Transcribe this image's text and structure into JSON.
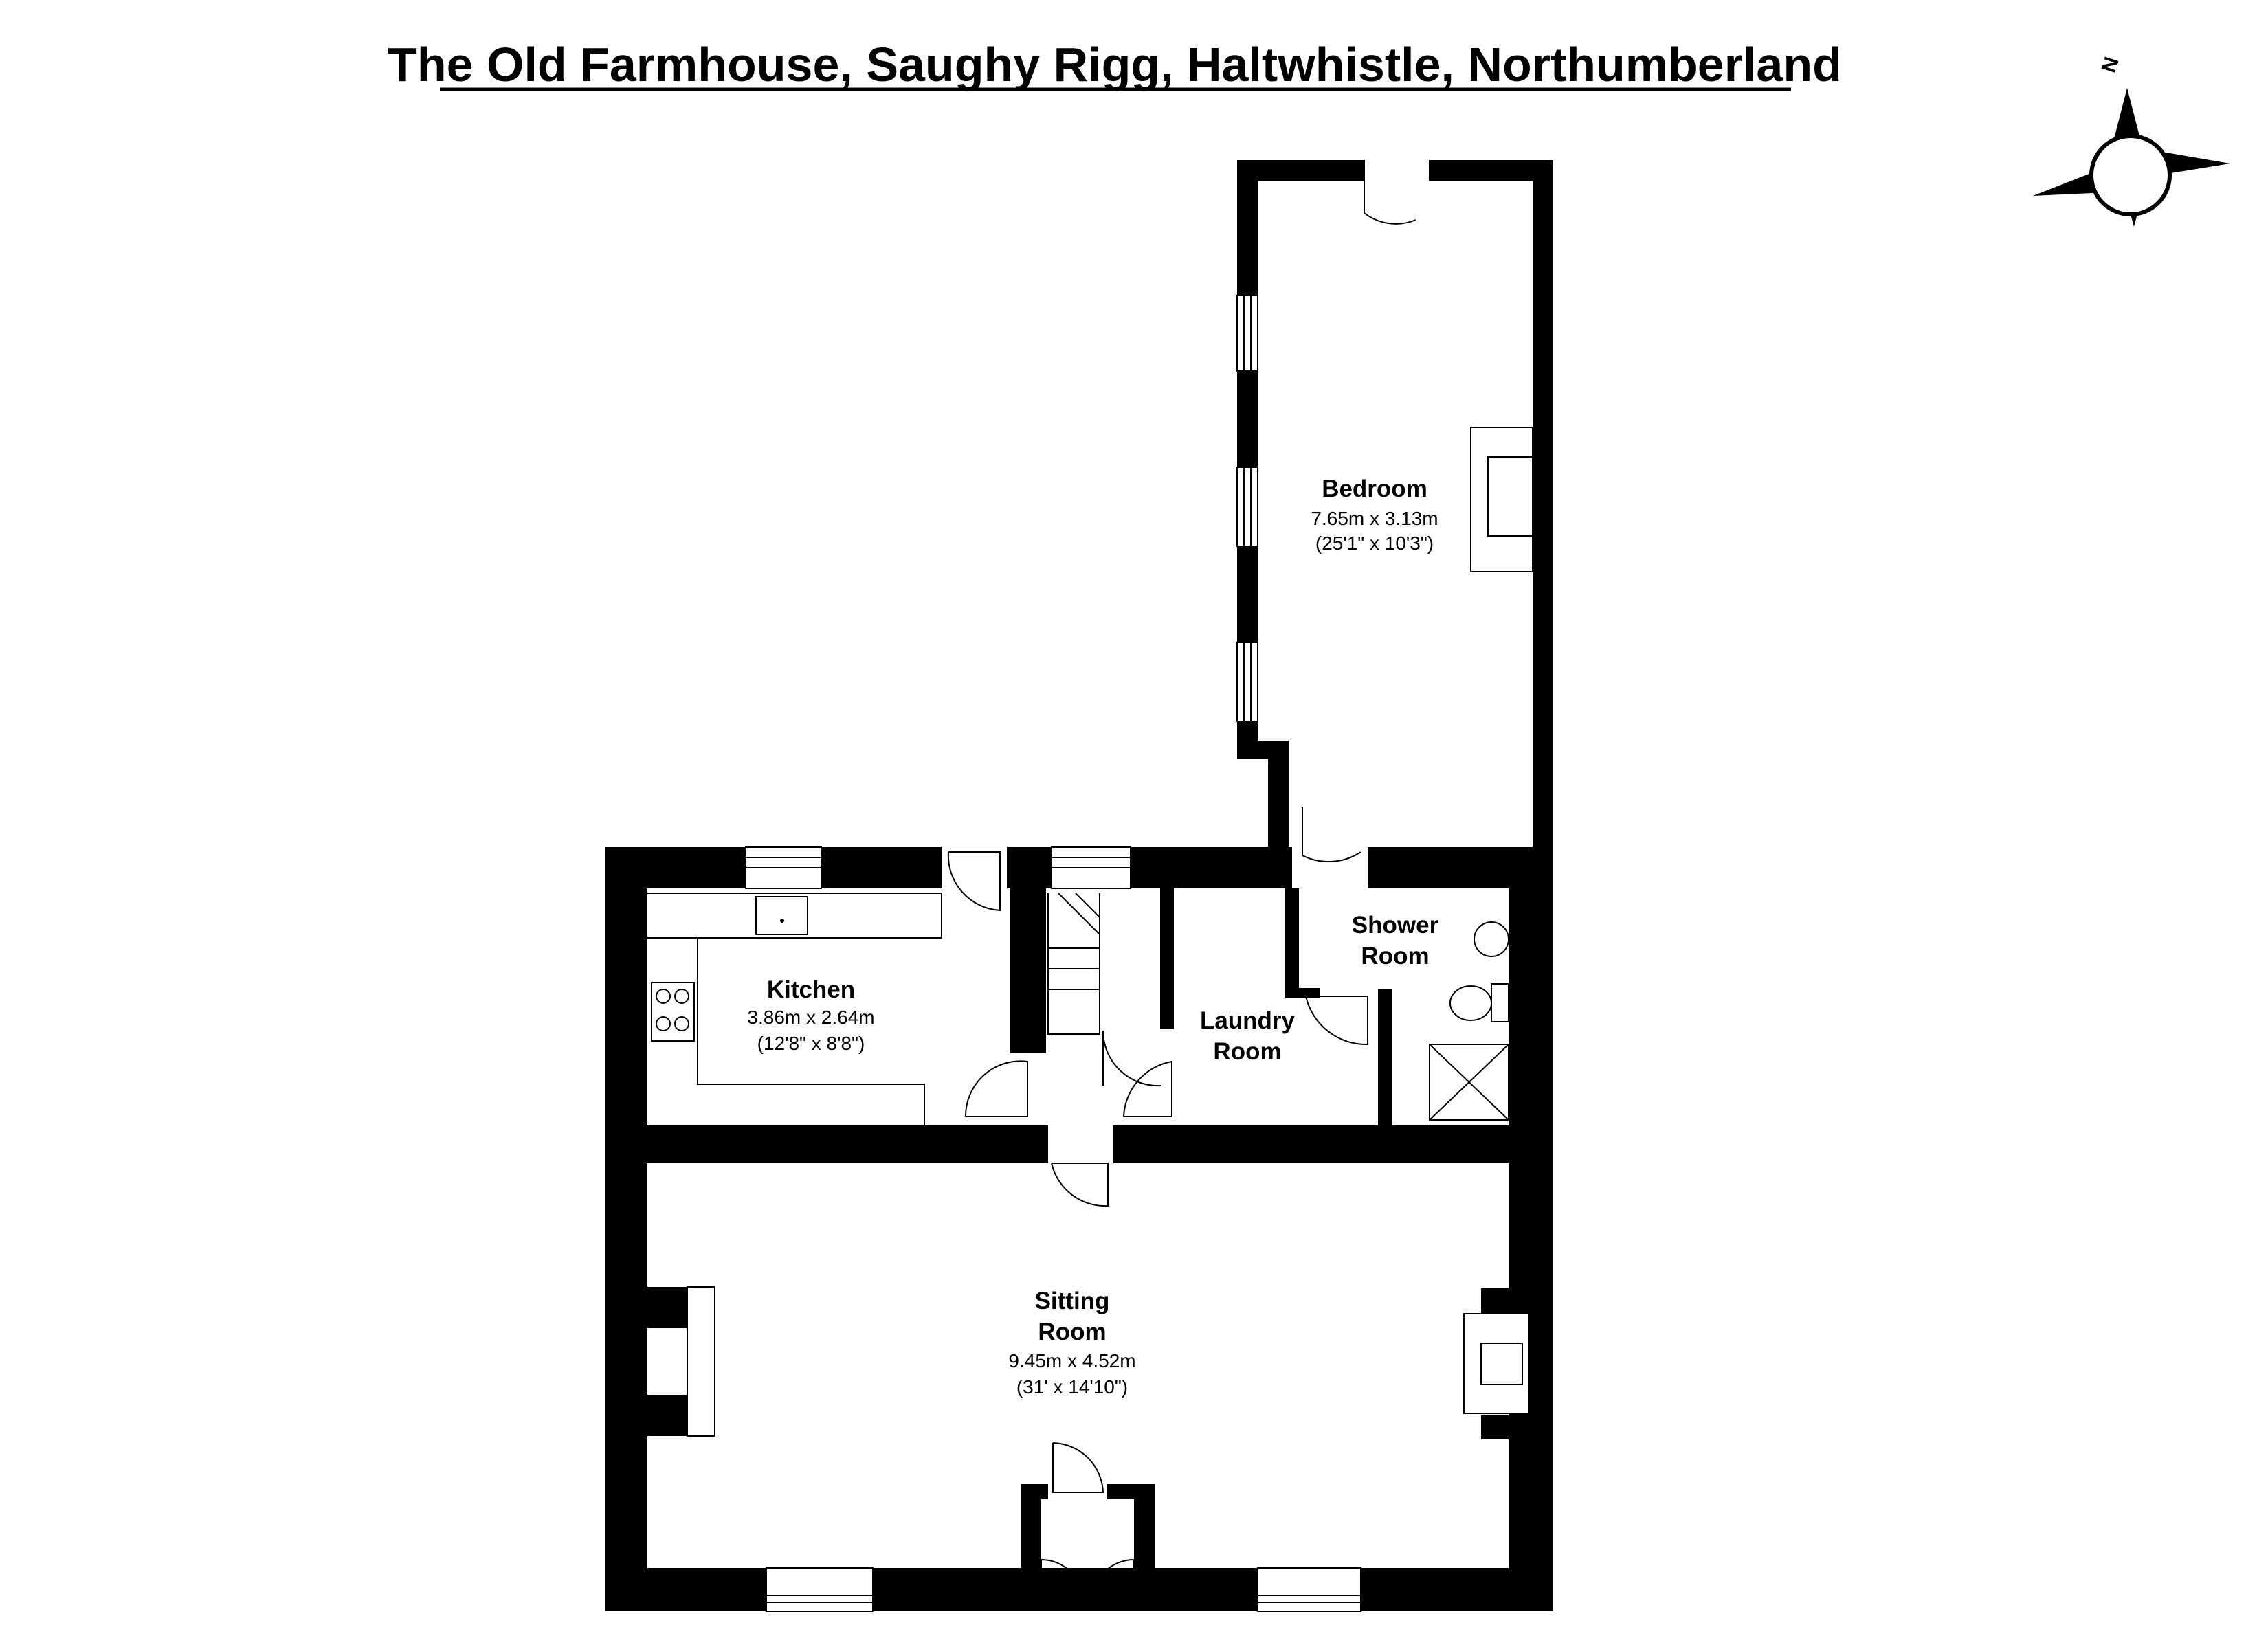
{
  "title": "The Old Farmhouse, Saughy Rigg, Haltwhistle, Northumberland",
  "compass": {
    "label": "N"
  },
  "rooms": {
    "bedroom": {
      "name": [
        "Bedroom"
      ],
      "dim_metric": "7.65m x 3.13m",
      "dim_imperial": "(25'1\" x 10'3\")"
    },
    "kitchen": {
      "name": [
        "Kitchen"
      ],
      "dim_metric": "3.86m x 2.64m",
      "dim_imperial": "(12'8\" x 8'8\")"
    },
    "shower_room": {
      "name": [
        "Shower",
        "Room"
      ]
    },
    "laundry_room": {
      "name": [
        "Laundry",
        "Room"
      ]
    },
    "sitting_room": {
      "name": [
        "Sitting",
        "Room"
      ],
      "dim_metric": "9.45m x 4.52m",
      "dim_imperial": "(31' x 14'10\")"
    }
  }
}
